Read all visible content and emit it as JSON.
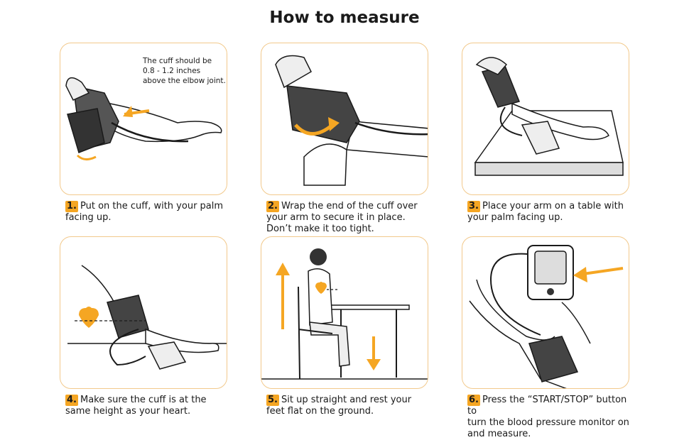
{
  "title": "How to measure",
  "accent_color": "#f5a623",
  "panel_border_color": "#f2c98c",
  "steps": [
    {
      "num": "1.",
      "text": "Put on the cuff, with your palm\nfacing up.",
      "note": "The cuff should be\n0.8 - 1.2 inches\nabove the elbow joint."
    },
    {
      "num": "2.",
      "text": "Wrap the end of the cuff over\nyour arm to secure it in place.\nDon’t make it too tight."
    },
    {
      "num": "3.",
      "text": "Place your arm on a table with\nyour palm facing up."
    },
    {
      "num": "4.",
      "text": "Make sure the cuff is at the\nsame height as your heart."
    },
    {
      "num": "5.",
      "text": "Sit up straight and rest your\nfeet flat on the ground."
    },
    {
      "num": "6.",
      "text": "Press the “START/STOP” button to\nturn the blood pressure monitor on\nand measure."
    }
  ]
}
